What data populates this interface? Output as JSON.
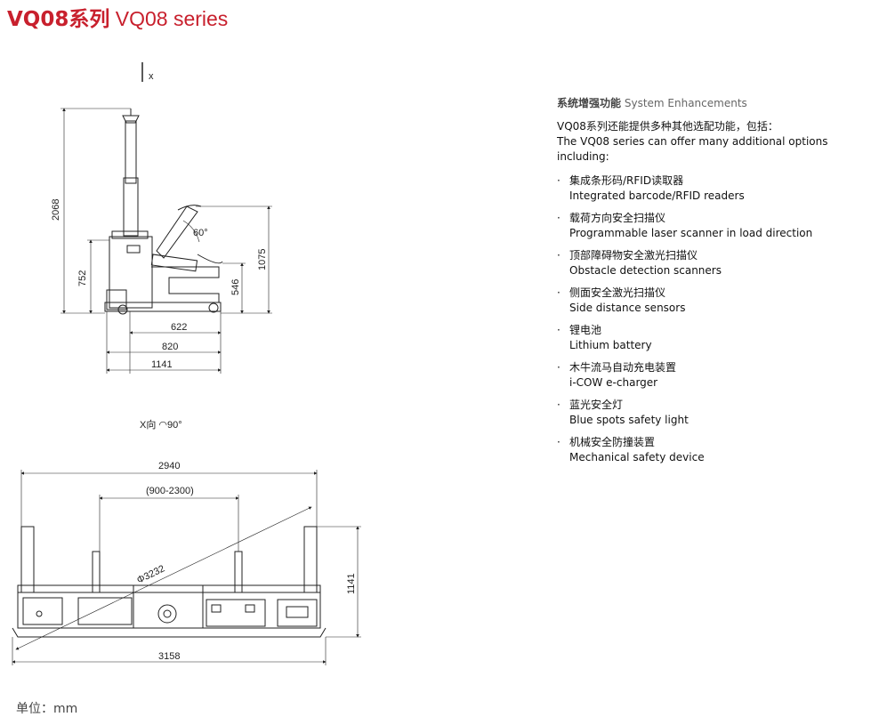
{
  "title": {
    "cn": "VQ08系列",
    "en": "VQ08 series"
  },
  "side_view": {
    "axis_label": "x",
    "dims": {
      "height_total": "2068",
      "height_752": "752",
      "fork_1075": "1075",
      "fork_546": "546",
      "len_622": "622",
      "len_820": "820",
      "len_1141": "1141",
      "angle": "60°"
    }
  },
  "top_view": {
    "caption": "X向 ◠90°",
    "dims": {
      "width_2940": "2940",
      "range_900_2300": "(900-2300)",
      "diag_3232": "Φ3232",
      "depth_1141": "1141",
      "width_3158": "3158"
    }
  },
  "enhancements": {
    "heading_cn": "系统增强功能",
    "heading_en": "System Enhancements",
    "intro_cn": "VQ08系列还能提供多种其他选配功能，包括：",
    "intro_en": "The VQ08 series can offer many additional options including:",
    "bullet": "·",
    "items": [
      {
        "cn": "集成条形码/RFID读取器",
        "en": "Integrated barcode/RFID readers"
      },
      {
        "cn": "载荷方向安全扫描仪",
        "en": "Programmable laser scanner in load direction"
      },
      {
        "cn": "顶部障碍物安全激光扫描仪",
        "en": "Obstacle detection scanners"
      },
      {
        "cn": "侧面安全激光扫描仪",
        "en": "Side distance sensors"
      },
      {
        "cn": "锂电池",
        "en": "Lithium battery"
      },
      {
        "cn": "木牛流马自动充电装置",
        "en": "i-COW e-charger"
      },
      {
        "cn": "蓝光安全灯",
        "en": "Blue spots safety light"
      },
      {
        "cn": "机械安全防撞装置",
        "en": "Mechanical safety device"
      }
    ]
  },
  "unit_label": "单位：mm",
  "colors": {
    "title": "#c8202d",
    "line": "#222222"
  }
}
